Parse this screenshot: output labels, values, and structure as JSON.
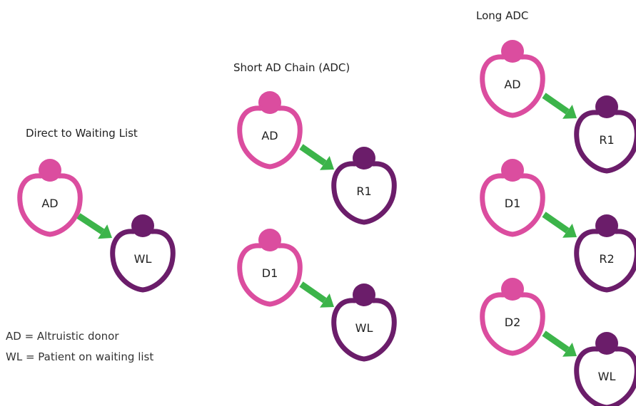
{
  "colors": {
    "donor": "#db4d9f",
    "recipient": "#6b1d6a",
    "arrow": "#3cb44a",
    "text": "#222222"
  },
  "panels": [
    {
      "title": "Direct to Waiting List",
      "nodes": [
        {
          "label": "AD",
          "role": "donor"
        },
        {
          "label": "WL",
          "role": "recipient"
        }
      ],
      "edges": [
        {
          "from": "AD",
          "to": "WL"
        }
      ]
    },
    {
      "title": "Short AD Chain (ADC)",
      "nodes": [
        {
          "label": "AD",
          "role": "donor"
        },
        {
          "label": "R1",
          "role": "recipient"
        },
        {
          "label": "D1",
          "role": "donor"
        },
        {
          "label": "WL",
          "role": "recipient"
        }
      ],
      "edges": [
        {
          "from": "AD",
          "to": "R1"
        },
        {
          "from": "D1",
          "to": "WL"
        }
      ]
    },
    {
      "title": "Long ADC",
      "nodes": [
        {
          "label": "AD",
          "role": "donor"
        },
        {
          "label": "R1",
          "role": "recipient"
        },
        {
          "label": "D1",
          "role": "donor"
        },
        {
          "label": "R2",
          "role": "recipient"
        },
        {
          "label": "D2",
          "role": "donor"
        },
        {
          "label": "WL",
          "role": "recipient"
        }
      ],
      "edges": [
        {
          "from": "AD",
          "to": "R1"
        },
        {
          "from": "D1",
          "to": "R2"
        },
        {
          "from": "D2",
          "to": "WL"
        }
      ]
    }
  ],
  "legend": [
    "AD = Altruistic donor",
    "WL = Patient on waiting list"
  ]
}
